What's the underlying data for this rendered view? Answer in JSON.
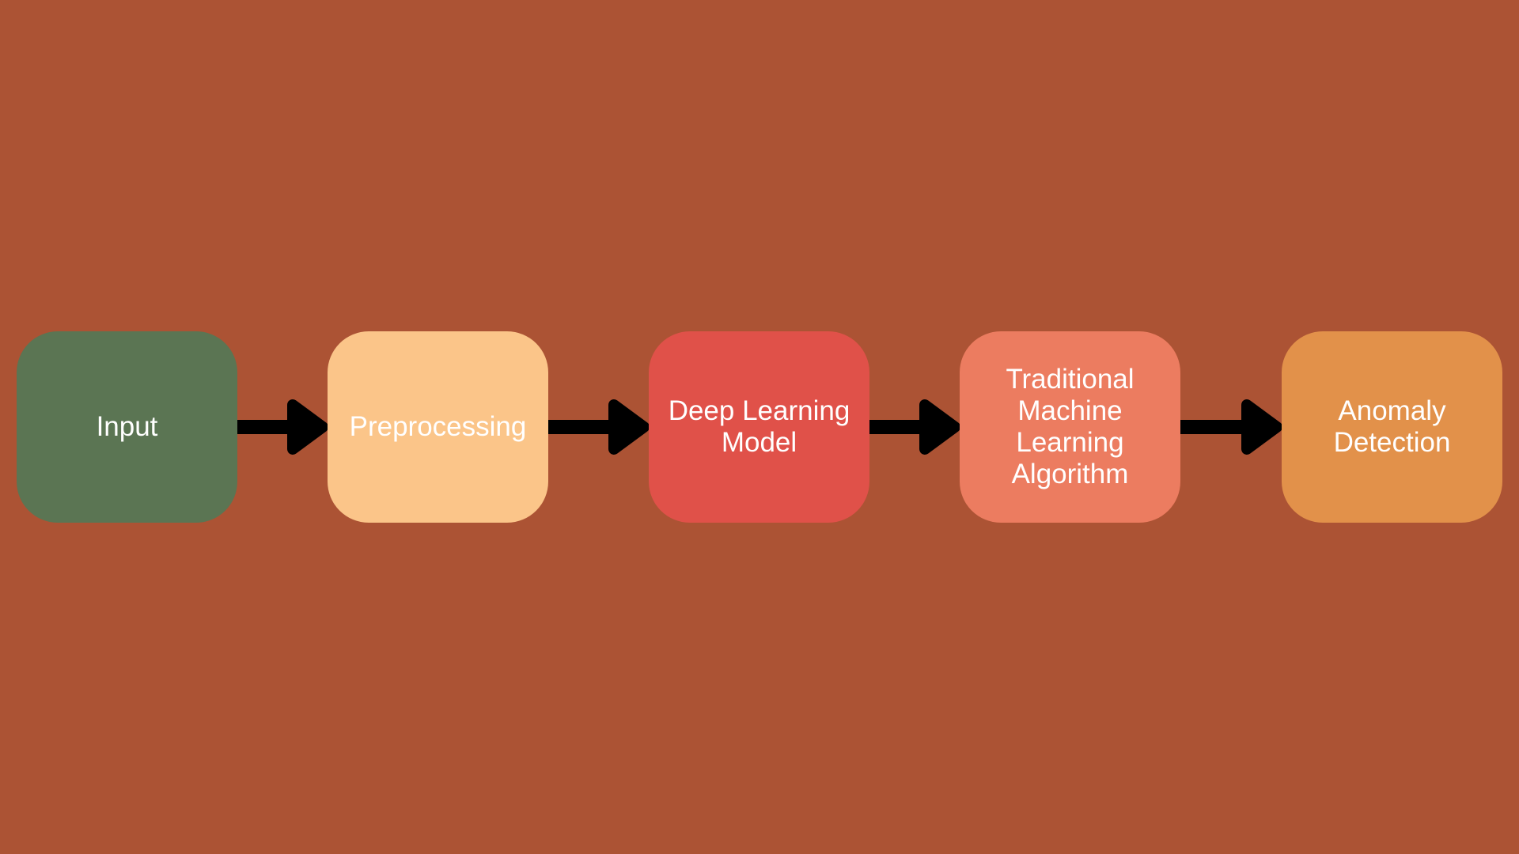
{
  "diagram": {
    "nodes": [
      {
        "label": "Input",
        "color": "#5B7553"
      },
      {
        "label": "Preprocessing",
        "color": "#FBC589"
      },
      {
        "label": "Deep Learning Model",
        "color": "#E05149"
      },
      {
        "label": "Traditional Machine Learning Algorithm",
        "color": "#EC7C60"
      },
      {
        "label": "Anomaly Detection",
        "color": "#E2914A"
      }
    ],
    "edges": [
      {
        "from": "Input",
        "to": "Preprocessing"
      },
      {
        "from": "Preprocessing",
        "to": "Deep Learning Model"
      },
      {
        "from": "Deep Learning Model",
        "to": "Traditional Machine Learning Algorithm"
      },
      {
        "from": "Traditional Machine Learning Algorithm",
        "to": "Anomaly Detection"
      }
    ],
    "background": "#AC5334",
    "arrow_color": "#000000"
  }
}
